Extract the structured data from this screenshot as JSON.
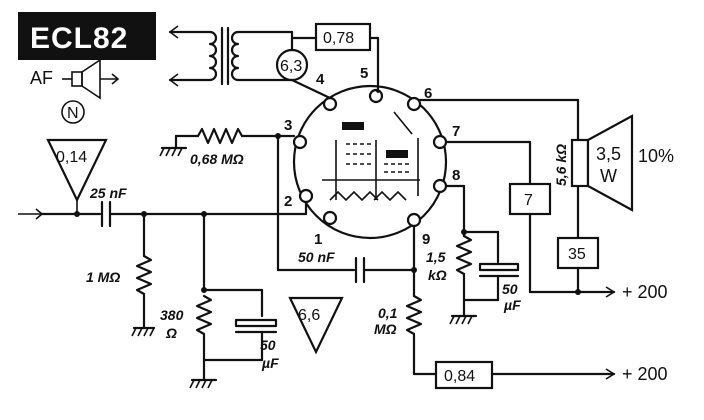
{
  "title": "ECL82",
  "af_label": "AF",
  "n_label": "N",
  "pins": [
    "1",
    "2",
    "3",
    "4",
    "5",
    "6",
    "7",
    "8",
    "9"
  ],
  "input_level": "0,14",
  "coupling_cap": "25 nF",
  "grid_resistor": "1 MΩ",
  "triode_plate_resistor": "0,68 MΩ",
  "filament_voltage": "6,3",
  "pin5_box": "0,78",
  "cathode_resistor": "380 Ω",
  "cathode_cap": "50 µF",
  "interstage_cap": "50 nF",
  "triangle_mid": "6,6",
  "plate_load": "0,1 MΩ",
  "pentode_cathode_res": "1,5 kΩ",
  "pentode_cathode_cap": "50 µF",
  "screen_res": "5,6 kΩ",
  "box_7": "7",
  "box_35": "35",
  "box_084": "0,84",
  "speaker_power": "3,5 W",
  "distortion": "10%",
  "supply_1": "+ 200",
  "supply_2": "+ 200"
}
